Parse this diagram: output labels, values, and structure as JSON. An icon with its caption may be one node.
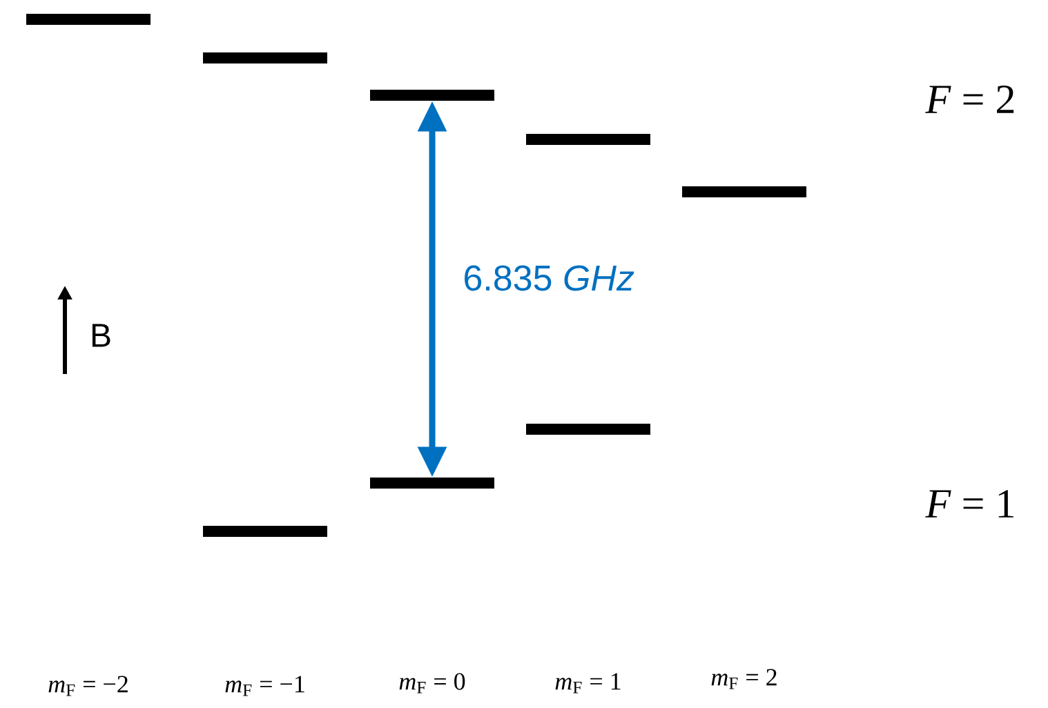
{
  "diagram": {
    "nodes": [
      {
        "text": [],
        "shape": "bar"
      },
      {
        "text": [],
        "shape": "bar"
      },
      {
        "text": [],
        "shape": "bar"
      },
      {
        "text": [],
        "shape": "bar"
      },
      {
        "text": [],
        "shape": "bar"
      },
      {
        "text": [],
        "shape": "bar"
      },
      {
        "text": [],
        "shape": "bar"
      },
      {
        "text": [],
        "shape": "bar"
      }
    ],
    "edges": [
      {
        "from": 2,
        "to": 6,
        "arrow": "both",
        "label": "6.835 *GHz*",
        "color": "#0070c0"
      }
    ],
    "labels": [
      "*F* = 2",
      "B",
      "*F* = 1",
      "*m*$_{F}$ = −2",
      "*m*$_{F}$ = −1",
      "*m*$_{F}$ = 0",
      "*m*$_{F}$ = 1",
      "*m*$_{F}$ = 2"
    ]
  }
}
